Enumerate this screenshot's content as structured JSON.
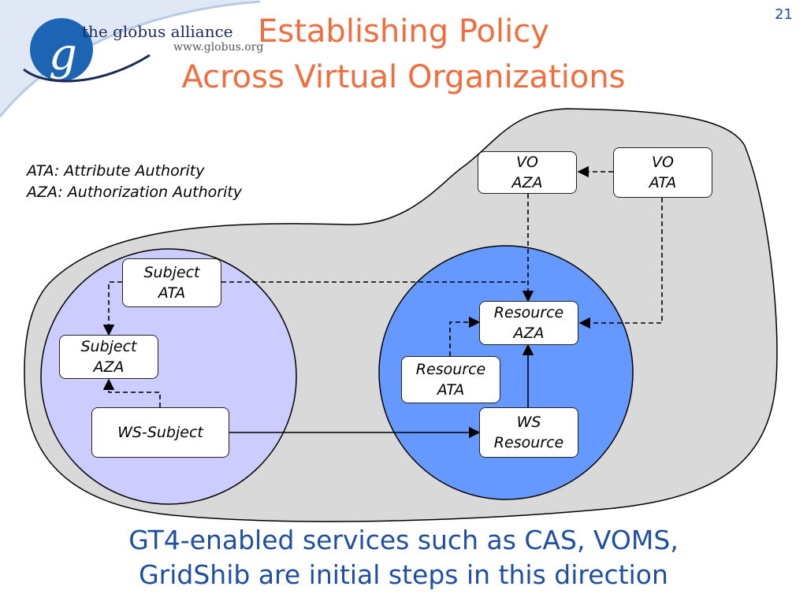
{
  "slide": {
    "title_line1": "Establishing Policy",
    "title_line2": "Across Virtual Organizations",
    "slide_number": "21"
  },
  "branding": {
    "logo_letter": "g",
    "name": "the globus alliance",
    "url": "www.globus.org"
  },
  "legend": {
    "line1": "ATA: Attribute Authority",
    "line2": "AZA: Authorization Authority"
  },
  "boxes": {
    "vo_aza": [
      "VO",
      "AZA"
    ],
    "vo_ata": [
      "VO",
      "ATA"
    ],
    "subject_ata": [
      "Subject",
      "ATA"
    ],
    "subject_aza": [
      "Subject",
      "AZA"
    ],
    "ws_subject": [
      "WS-Subject"
    ],
    "resource_aza": [
      "Resource",
      "AZA"
    ],
    "resource_ata": [
      "Resource",
      "ATA"
    ],
    "ws_resource": [
      "WS",
      "Resource"
    ]
  },
  "caption": {
    "line1": "GT4-enabled services such as CAS, VOMS,",
    "line2": "GridShib are initial steps in this direction"
  },
  "colors": {
    "title": "#f26d3d",
    "caption": "#1f4ea3",
    "vo_region": "#d9d9d9",
    "subject_domain": "#ccccff",
    "resource_domain": "#6699ff"
  }
}
